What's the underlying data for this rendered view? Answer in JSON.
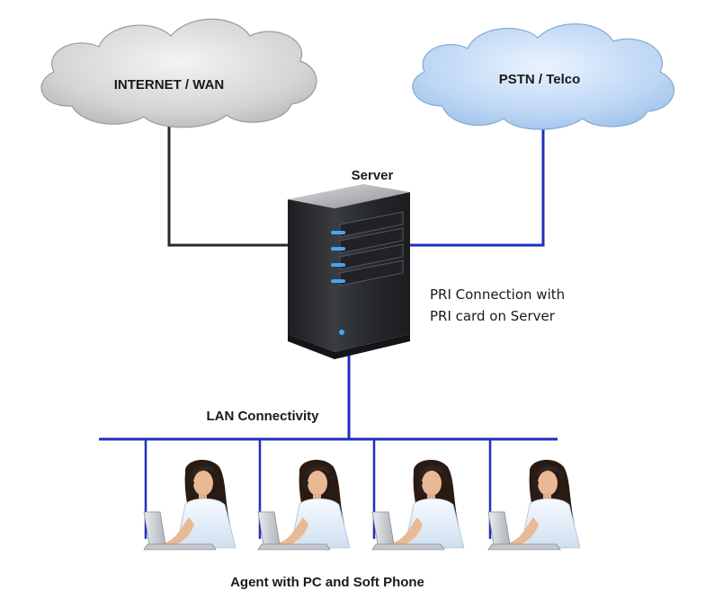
{
  "diagram": {
    "internet_label": "INTERNET / WAN",
    "pstn_label": "PSTN / Telco",
    "server_label": "Server",
    "pri_line1": "PRI Connection with",
    "pri_line2": "PRI card on Server",
    "lan_label": "LAN Connectivity",
    "agents_label": "Agent with PC and Soft Phone",
    "agent_count": 4,
    "colors": {
      "internet_line": "#2a2a2a",
      "network_line": "#1f2fbf",
      "internet_cloud": "#d6d6d6",
      "pstn_cloud": "#b9d4f2",
      "server_body": "#2b2e33",
      "server_led": "#3fa9f5"
    },
    "icons": [
      "cloud-icon",
      "server-icon",
      "agent-icon",
      "laptop-icon",
      "headset-icon"
    ]
  }
}
